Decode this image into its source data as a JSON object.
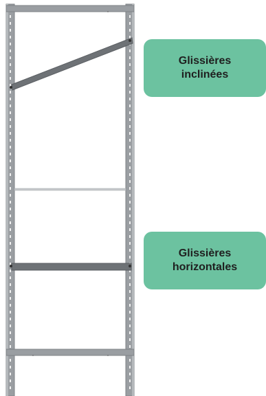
{
  "labels": {
    "inclined": {
      "line1": "Glissières",
      "line2": "inclinées"
    },
    "horizontal": {
      "line1": "Glissières",
      "line2": "horizontales"
    }
  },
  "colors": {
    "label_background": "#6cc2a0",
    "label_text": "#1f1f1f",
    "frame_metal": "#9a9ea2",
    "frame_edge": "#7d8185",
    "slide_metal": "#6e7276",
    "hole": "#f2f2f2"
  },
  "icons": {
    "rack_frame": "shelving-rack-frame-icon",
    "inclined_slide": "inclined-slide-icon",
    "horizontal_slide": "horizontal-slide-icon"
  }
}
